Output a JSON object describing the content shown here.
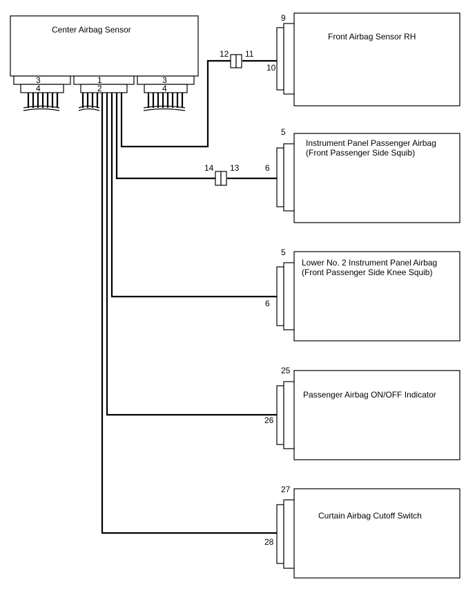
{
  "center_sensor": {
    "title": "Center Airbag Sensor",
    "left_connector": {
      "top_pin": "3",
      "bottom_pin": "4"
    },
    "middle_connector": {
      "top_pin": "1",
      "bottom_pin": "2"
    },
    "right_connector": {
      "top_pin": "3",
      "bottom_pin": "4"
    }
  },
  "components": [
    {
      "title_lines": [
        "Front Airbag Sensor RH"
      ],
      "pin_top": "9",
      "pin_wire": "10"
    },
    {
      "title_lines": [
        "Instrument Panel Passenger Airbag",
        "(Front Passenger Side Squib)"
      ],
      "pin_top": "5",
      "pin_wire": "6"
    },
    {
      "title_lines": [
        "Lower No. 2 Instrument Panel Airbag",
        "(Front Passenger Side Knee Squib)"
      ],
      "pin_top": "5",
      "pin_wire": "6"
    },
    {
      "title_lines": [
        "Passenger Airbag ON/OFF Indicator"
      ],
      "pin_top": "25",
      "pin_wire": "26"
    },
    {
      "title_lines": [
        "Curtain Airbag Cutoff Switch"
      ],
      "pin_top": "27",
      "pin_wire": "28"
    }
  ],
  "junctions": [
    {
      "left_pin": "12",
      "right_pin": "11"
    },
    {
      "left_pin": "14",
      "right_pin": "13"
    }
  ]
}
